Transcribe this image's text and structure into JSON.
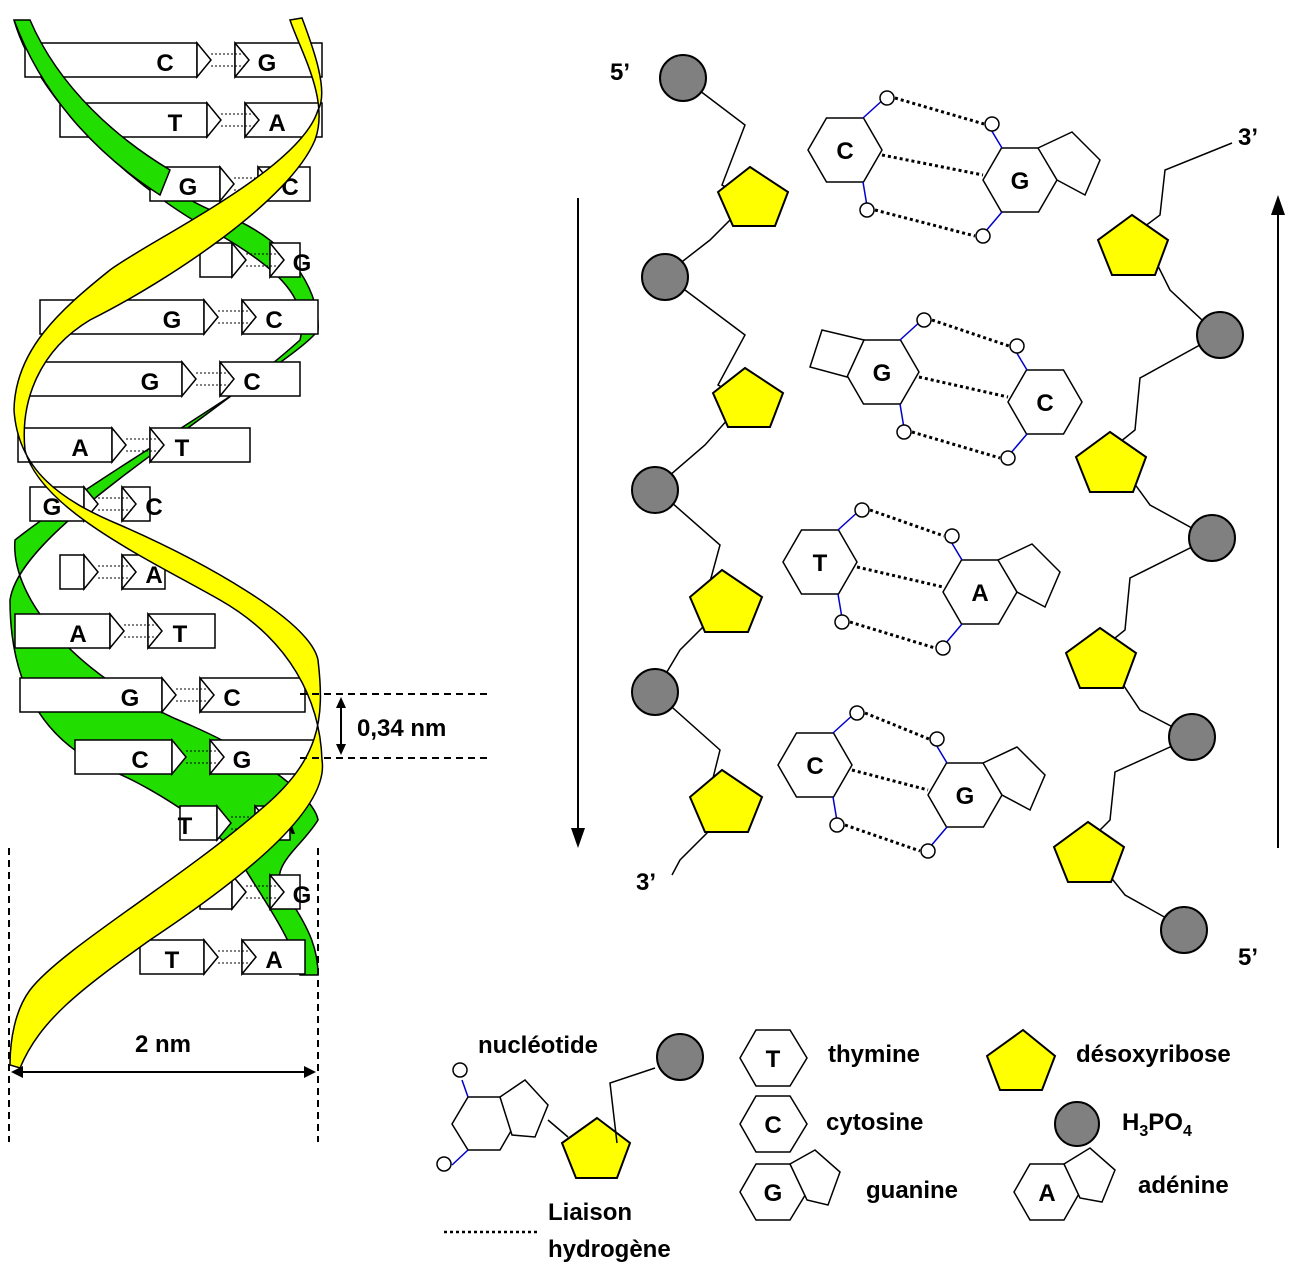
{
  "helix": {
    "left_bases": [
      "C",
      "T",
      "G",
      "",
      "G",
      "G",
      "A",
      "G",
      "",
      "A",
      "G",
      "C",
      "T",
      "",
      "T"
    ],
    "right_bases": [
      "G",
      "A",
      "C",
      "G",
      "C",
      "C",
      "T",
      "C",
      "A",
      "T",
      "C",
      "G",
      "A",
      "G",
      "A"
    ],
    "spacing_label": "0,34 nm",
    "width_label": "2 nm"
  },
  "detail": {
    "pairs": [
      {
        "left": "C",
        "right": "G"
      },
      {
        "left": "G",
        "right": "C"
      },
      {
        "left": "T",
        "right": "A"
      },
      {
        "left": "C",
        "right": "G"
      }
    ],
    "ends": {
      "top_left": "5’",
      "top_right": "3’",
      "bottom_left": "3’",
      "bottom_right": "5’"
    }
  },
  "legend": {
    "nucleotide": "nucléotide",
    "hbond_line1": "Liaison",
    "hbond_line2": "hydrogène",
    "thymine_symbol": "T",
    "thymine": "thymine",
    "cytosine_symbol": "C",
    "cytosine": "cytosine",
    "guanine_symbol": "G",
    "guanine": "guanine",
    "adenine_symbol": "A",
    "adenine": "adénine",
    "deoxyribose": "désoxyribose",
    "phosphate_main": "H",
    "phosphate_sub1": "3",
    "phosphate_mid": "PO",
    "phosphate_sub2": "4"
  },
  "colors": {
    "strand_green": "#22dd00",
    "strand_yellow": "#ffff00",
    "sugar": "#ffff00",
    "phosphate": "#808080",
    "bond": "#0000cc"
  }
}
